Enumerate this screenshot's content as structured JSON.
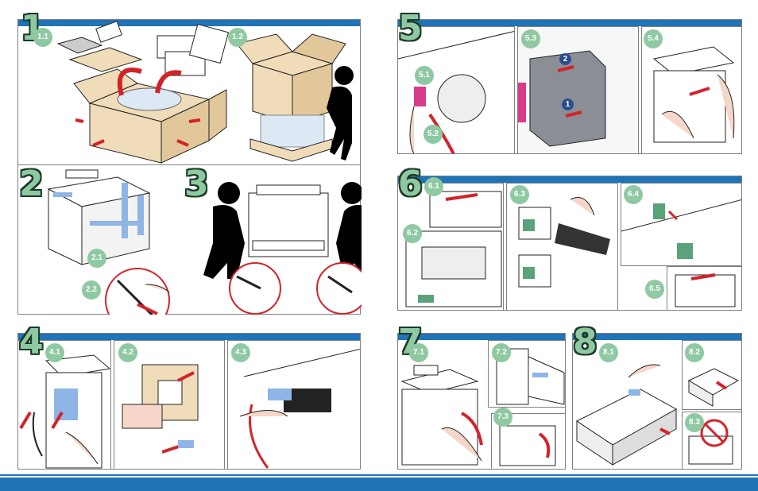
{
  "colors": {
    "accent_blue": "#1f74b8",
    "badge_green": "#8fc9a1",
    "box_tan": "#f0dcb9",
    "tape_blue": "#8fb4e6",
    "warning_red": "#d2232a",
    "dark_green": "#1d3a2a"
  },
  "steps": {
    "s1": {
      "number": "1",
      "sub1": "1.1",
      "sub2": "1.2"
    },
    "s2": {
      "number": "2",
      "sub1": "2.1",
      "sub2": "2.2"
    },
    "s3": {
      "number": "3"
    },
    "s4": {
      "number": "4",
      "sub1": "4.1",
      "sub2": "4.2",
      "sub3": "4.3"
    },
    "s5": {
      "number": "5",
      "sub1": "5.1",
      "sub2": "5.2",
      "sub3": "5.3",
      "sub4": "5.4",
      "callout1": "1",
      "callout2": "2"
    },
    "s6": {
      "number": "6",
      "sub1": "6.1",
      "sub2": "6.2",
      "sub3": "6.3",
      "sub4": "6.4",
      "sub5": "6.5"
    },
    "s7": {
      "number": "7",
      "sub1": "7.1",
      "sub2": "7.2",
      "sub3": "7.3"
    },
    "s8": {
      "number": "8",
      "sub1": "8.1",
      "sub2": "8.2",
      "sub3": "8.3"
    }
  },
  "icons": [
    "arrow-icon",
    "no-symbol-icon",
    "person-icon",
    "printer-icon",
    "box-icon"
  ]
}
